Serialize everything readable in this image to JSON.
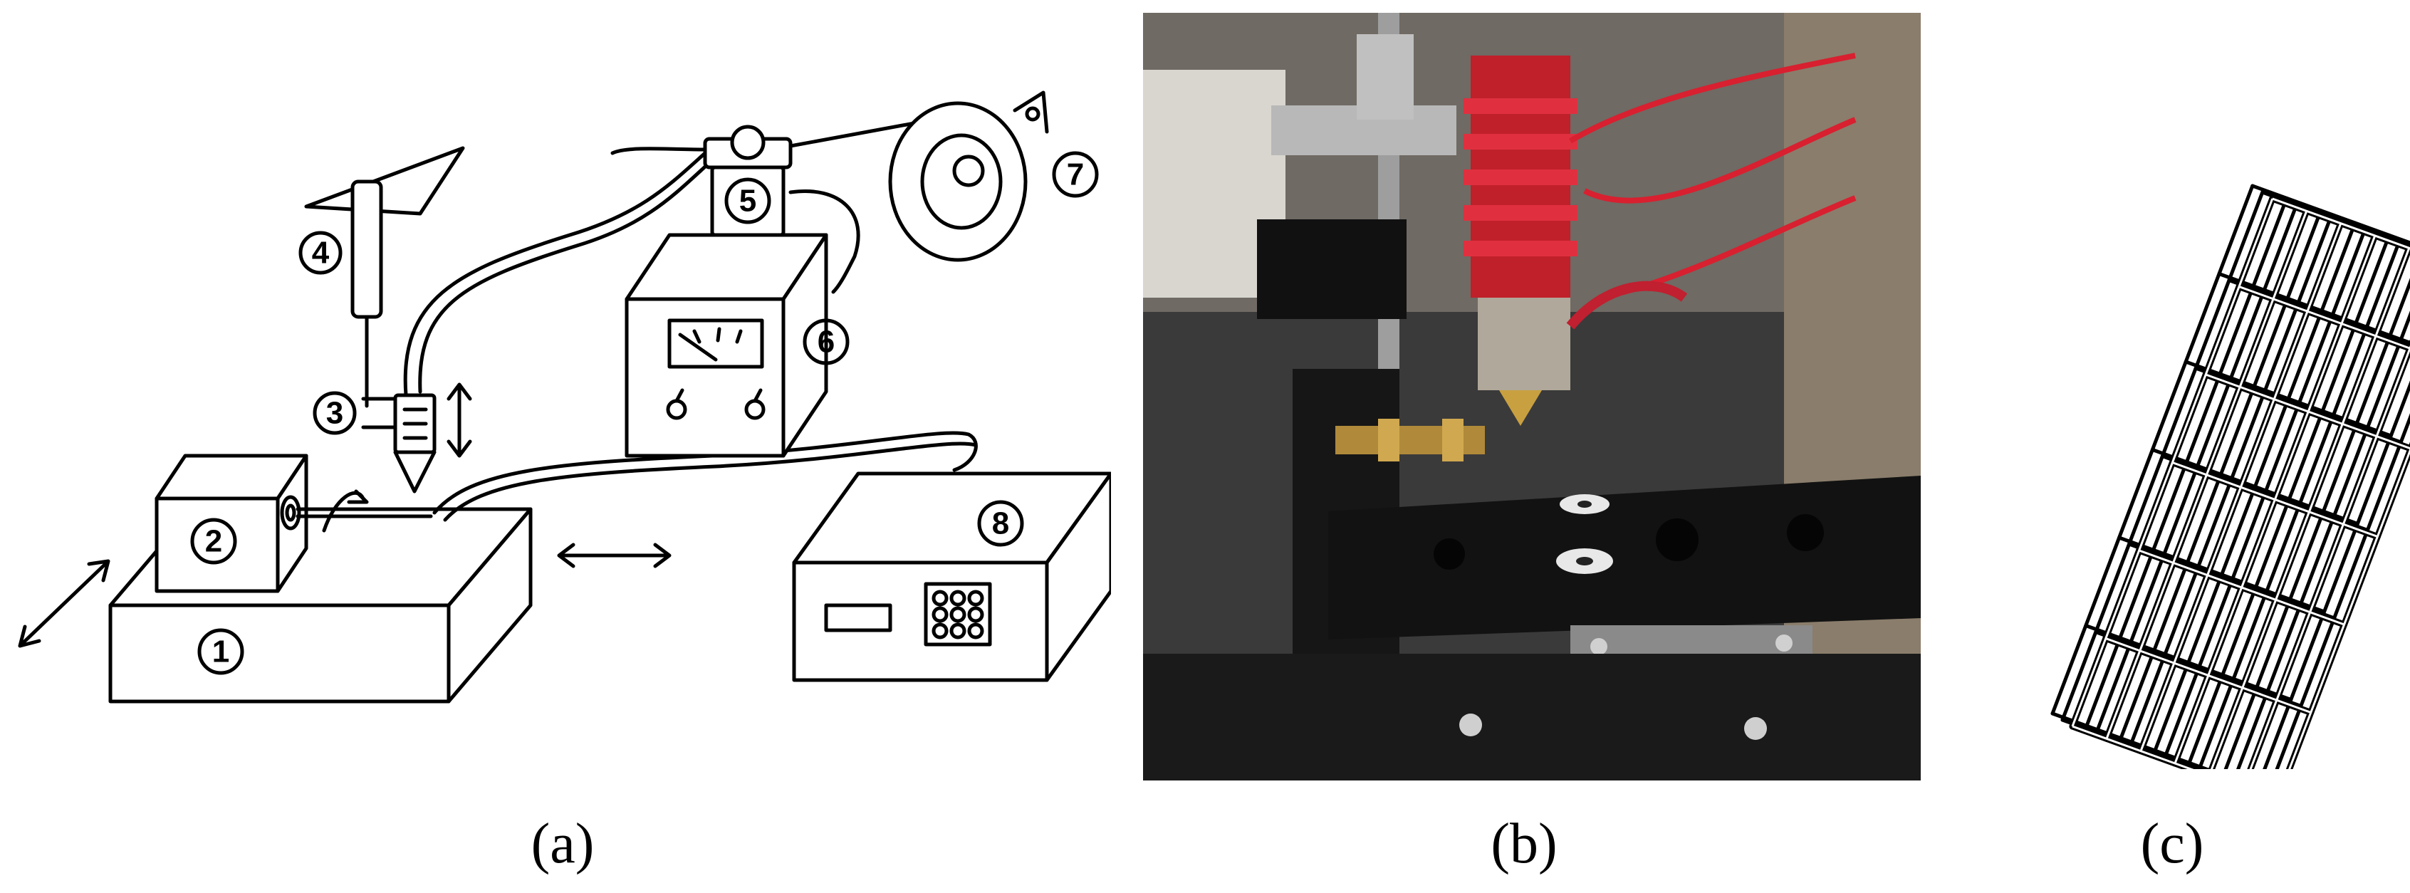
{
  "captions": {
    "a": "(a)",
    "b": "(b)",
    "c": "(c)"
  },
  "schematic_labels": {
    "stage": "1",
    "mandrel_motor": "2",
    "nozzle": "3",
    "syringe": "4",
    "feeder": "5",
    "power_supply": "6",
    "filament_spool": "7",
    "controller": "8"
  }
}
